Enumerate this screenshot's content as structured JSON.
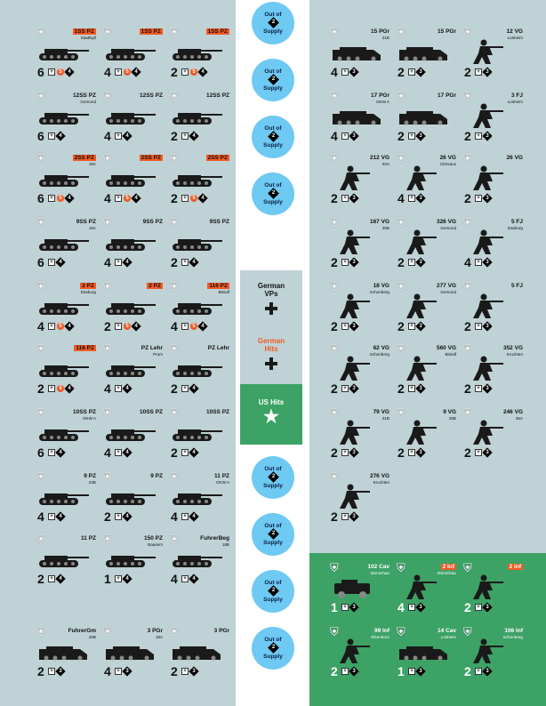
{
  "oos": {
    "line1": "Out of",
    "num": "2",
    "line2": "Supply"
  },
  "tracks": {
    "vp": {
      "line1": "German",
      "line2": "VPs"
    },
    "hits": {
      "line1": "German",
      "line2": "Hits"
    },
    "us": {
      "label": "US Hits"
    }
  },
  "german_left": [
    {
      "name": "1SS PZ",
      "sub": "Stadtkyll",
      "str": "6",
      "red": "5",
      "dia": "4",
      "kind": "tank"
    },
    {
      "name": "1SS PZ",
      "sub": "",
      "str": "4",
      "red": "5",
      "dia": "4",
      "kind": "tank"
    },
    {
      "name": "1SS PZ",
      "sub": "",
      "str": "2",
      "red": "5",
      "dia": "4",
      "kind": "tank"
    },
    {
      "name": "12SS PZ",
      "sub": "Gemund",
      "str": "6",
      "red": "",
      "dia": "4",
      "kind": "tank"
    },
    {
      "name": "12SS PZ",
      "sub": "",
      "str": "4",
      "red": "",
      "dia": "4",
      "kind": "tank"
    },
    {
      "name": "12SS PZ",
      "sub": "",
      "str": "2",
      "red": "",
      "dia": "4",
      "kind": "tank"
    },
    {
      "name": "2SS PZ",
      "sub": "19A",
      "str": "6",
      "red": "5",
      "dia": "4",
      "kind": "tank"
    },
    {
      "name": "2SS PZ",
      "sub": "",
      "str": "4",
      "red": "5",
      "dia": "4",
      "kind": "tank"
    },
    {
      "name": "2SS PZ",
      "sub": "",
      "str": "2",
      "red": "5",
      "dia": "4",
      "kind": "tank"
    },
    {
      "name": "9SS PZ",
      "sub": "19A",
      "str": "6",
      "red": "",
      "dia": "4",
      "kind": "tank"
    },
    {
      "name": "9SS PZ",
      "sub": "",
      "str": "4",
      "red": "",
      "dia": "4",
      "kind": "tank"
    },
    {
      "name": "9SS PZ",
      "sub": "",
      "str": "2",
      "red": "",
      "dia": "4",
      "kind": "tank"
    },
    {
      "name": "2 PZ",
      "sub": "Dasburg",
      "str": "4",
      "red": "5",
      "dia": "4",
      "kind": "tank"
    },
    {
      "name": "2 PZ",
      "sub": "",
      "str": "2",
      "red": "5",
      "dia": "4",
      "kind": "tank"
    },
    {
      "name": "116 PZ",
      "sub": "Bleialf",
      "str": "4",
      "red": "5",
      "dia": "4",
      "kind": "tank"
    },
    {
      "name": "116 PZ",
      "sub": "",
      "str": "2",
      "red": "5",
      "dia": "4",
      "kind": "tank"
    },
    {
      "name": "PZ Lehr",
      "sub": "Prum",
      "str": "4",
      "red": "",
      "dia": "4",
      "kind": "tank"
    },
    {
      "name": "PZ Lehr",
      "sub": "",
      "str": "2",
      "red": "",
      "dia": "4",
      "kind": "tank"
    },
    {
      "name": "10SS PZ",
      "sub": "OKW A",
      "str": "6",
      "red": "",
      "dia": "4",
      "kind": "tank"
    },
    {
      "name": "10SS PZ",
      "sub": "",
      "str": "4",
      "red": "",
      "dia": "4",
      "kind": "tank"
    },
    {
      "name": "10SS PZ",
      "sub": "",
      "str": "2",
      "red": "",
      "dia": "4",
      "kind": "tank"
    },
    {
      "name": "9 PZ",
      "sub": "23B",
      "str": "4",
      "red": "",
      "dia": "4",
      "kind": "tank"
    },
    {
      "name": "9 PZ",
      "sub": "",
      "str": "2",
      "red": "",
      "dia": "4",
      "kind": "tank"
    },
    {
      "name": "11 PZ",
      "sub": "OKW A",
      "str": "4",
      "red": "",
      "dia": "4",
      "kind": "tank"
    },
    {
      "name": "11 PZ",
      "sub": "",
      "str": "2",
      "red": "",
      "dia": "4",
      "kind": "tank"
    },
    {
      "name": "150 PZ",
      "sub": "Baasem",
      "str": "1",
      "red": "",
      "dia": "4",
      "kind": "tank"
    },
    {
      "name": "FuhrerBeg",
      "sub": "18B",
      "str": "4",
      "red": "",
      "dia": "4",
      "kind": "tank"
    },
    {
      "name": "FuhrerGm",
      "sub": "20B",
      "str": "2",
      "red": "",
      "dia": "3",
      "kind": "ht"
    },
    {
      "name": "3 PGr",
      "sub": "19A",
      "str": "4",
      "red": "",
      "dia": "3",
      "kind": "ht"
    },
    {
      "name": "3 PGr",
      "sub": "",
      "str": "2",
      "red": "",
      "dia": "3",
      "kind": "ht"
    }
  ],
  "german_right": [
    {
      "name": "15 PGr",
      "sub": "21B",
      "str": "4",
      "dia": "3",
      "kind": "ht"
    },
    {
      "name": "15 PGr",
      "sub": "",
      "str": "2",
      "dia": "3",
      "kind": "ht"
    },
    {
      "name": "12 VG",
      "sub": "Losheim",
      "str": "2",
      "dia": "3",
      "kind": "inf"
    },
    {
      "name": "17 PGr",
      "sub": "OKW A",
      "str": "4",
      "dia": "3",
      "kind": "ht"
    },
    {
      "name": "17 PGr",
      "sub": "",
      "str": "2",
      "dia": "3",
      "kind": "ht"
    },
    {
      "name": "3 FJ",
      "sub": "Losheim",
      "str": "2",
      "dia": "3",
      "kind": "inf"
    },
    {
      "name": "212 VG",
      "sub": "Irrer",
      "str": "2",
      "dia": "3",
      "kind": "inf"
    },
    {
      "name": "26 VG",
      "sub": "Clervaux",
      "str": "4",
      "dia": "3",
      "kind": "inf"
    },
    {
      "name": "26 VG",
      "sub": "",
      "str": "2",
      "dia": "3",
      "kind": "inf"
    },
    {
      "name": "167 VG",
      "sub": "25B",
      "str": "2",
      "dia": "3",
      "kind": "inf"
    },
    {
      "name": "326 VG",
      "sub": "Gemund",
      "str": "2",
      "dia": "3",
      "kind": "inf"
    },
    {
      "name": "5 FJ",
      "sub": "Dasburg",
      "str": "4",
      "dia": "3",
      "kind": "inf"
    },
    {
      "name": "18 VG",
      "sub": "Schonberg",
      "str": "2",
      "dia": "3",
      "kind": "inf"
    },
    {
      "name": "277 VG",
      "sub": "Gemund",
      "str": "2",
      "dia": "3",
      "kind": "inf"
    },
    {
      "name": "5 FJ",
      "sub": "",
      "str": "2",
      "dia": "3",
      "kind": "inf"
    },
    {
      "name": "62 VG",
      "sub": "Schonberg",
      "str": "2",
      "dia": "3",
      "kind": "inf"
    },
    {
      "name": "560 VG",
      "sub": "Bleialf",
      "str": "2",
      "dia": "3",
      "kind": "inf"
    },
    {
      "name": "352 VG",
      "sub": "Kruchten",
      "str": "2",
      "dia": "3",
      "kind": "inf"
    },
    {
      "name": "79 VG",
      "sub": "21B",
      "str": "2",
      "dia": "3",
      "kind": "inf"
    },
    {
      "name": "9 VG",
      "sub": "25B",
      "str": "2",
      "dia": "3",
      "kind": "inf"
    },
    {
      "name": "246 VG",
      "sub": "25A",
      "str": "2",
      "dia": "3",
      "kind": "inf"
    },
    {
      "name": "276 VG",
      "sub": "Kruchten",
      "str": "2",
      "dia": "3",
      "kind": "inf"
    }
  ],
  "us": [
    {
      "name": "102 Cav",
      "sub": "Monschau",
      "str": "1",
      "dia": "3",
      "kind": "car",
      "red": false
    },
    {
      "name": "2 Inf",
      "sub": "Monschau",
      "str": "4",
      "dia": "3",
      "kind": "inf",
      "red": true
    },
    {
      "name": "2 Inf",
      "sub": "",
      "str": "2",
      "dia": "3",
      "kind": "inf",
      "red": true
    },
    {
      "name": "99 Inf",
      "sub": "Elsenborn",
      "str": "2",
      "dia": "3",
      "kind": "inf",
      "red": false
    },
    {
      "name": "14 Cav",
      "sub": "Losheim",
      "str": "1",
      "dia": "3",
      "kind": "ht",
      "red": false
    },
    {
      "name": "106 Inf",
      "sub": "Schonberg",
      "str": "2",
      "dia": "3",
      "kind": "inf",
      "red": false
    }
  ]
}
